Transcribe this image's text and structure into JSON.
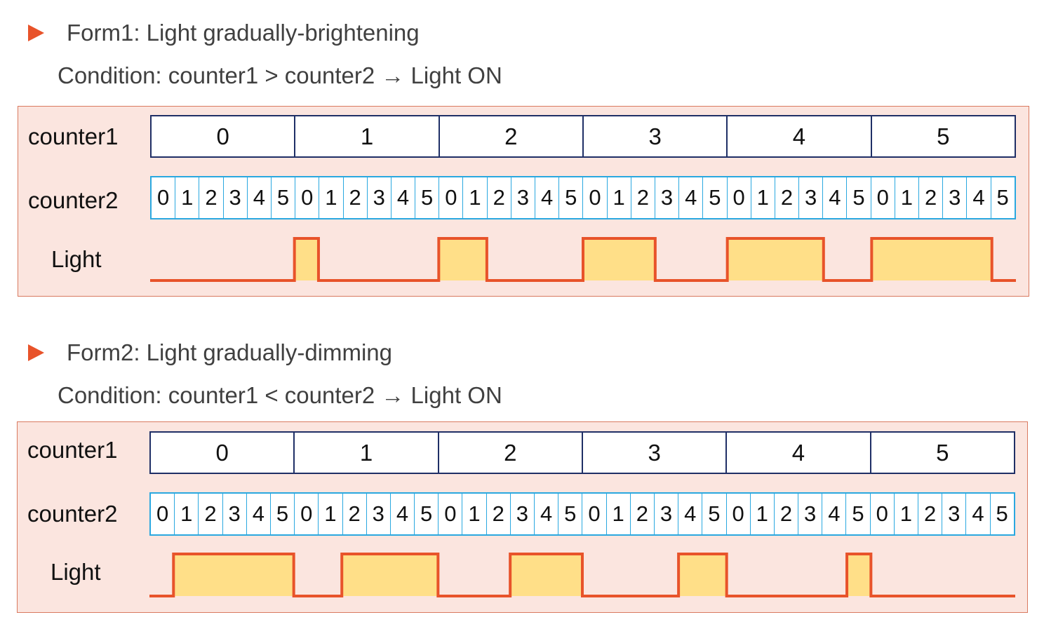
{
  "forms": [
    {
      "title": "Form1: Light gradually-brightening",
      "condition": "Condition: counter1 > counter2 → Light ON",
      "labels": {
        "counter1": "counter1",
        "counter2": "counter2",
        "light": "Light"
      },
      "counter1_values": [
        "0",
        "1",
        "2",
        "3",
        "4",
        "5"
      ],
      "counter2_values": [
        "0",
        "1",
        "2",
        "3",
        "4",
        "5",
        "0",
        "1",
        "2",
        "3",
        "4",
        "5",
        "0",
        "1",
        "2",
        "3",
        "4",
        "5",
        "0",
        "1",
        "2",
        "3",
        "4",
        "5",
        "0",
        "1",
        "2",
        "3",
        "4",
        "5",
        "0",
        "1",
        "2",
        "3",
        "4",
        "5"
      ],
      "light_comparison": "greater"
    },
    {
      "title": "Form2: Light gradually-dimming",
      "condition": "Condition: counter1 < counter2 → Light ON",
      "labels": {
        "counter1": "counter1",
        "counter2": "counter2",
        "light": "Light"
      },
      "counter1_values": [
        "0",
        "1",
        "2",
        "3",
        "4",
        "5"
      ],
      "counter2_values": [
        "0",
        "1",
        "2",
        "3",
        "4",
        "5",
        "0",
        "1",
        "2",
        "3",
        "4",
        "5",
        "0",
        "1",
        "2",
        "3",
        "4",
        "5",
        "0",
        "1",
        "2",
        "3",
        "4",
        "5",
        "0",
        "1",
        "2",
        "3",
        "4",
        "5",
        "0",
        "1",
        "2",
        "3",
        "4",
        "5"
      ],
      "light_comparison": "less"
    }
  ],
  "colors": {
    "bullet": "#e8532a",
    "panel_bg": "#fbe5df",
    "counter1_border": "#1f2f66",
    "counter2_border": "#2aa8e0",
    "light_line": "#e8532a",
    "light_fill": "#ffdf88"
  }
}
